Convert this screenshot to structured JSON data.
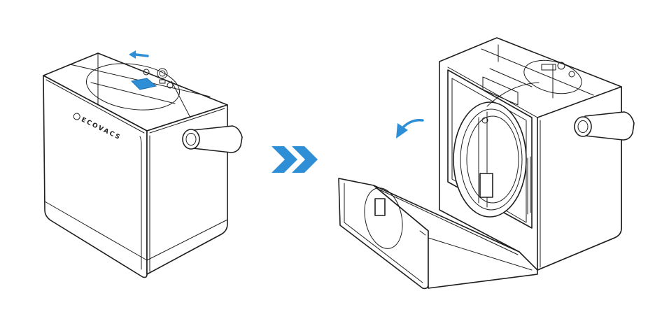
{
  "diagram": {
    "brand_logo_text": "ECOVACS",
    "step_arrow_icon": "double-chevron-right-icon",
    "accent_color": "#2f8fd6",
    "steps": [
      {
        "name": "closed-unit",
        "action_icon": "slide-latch-arrow-icon"
      },
      {
        "name": "opened-unit",
        "action_icon": "curved-open-arrow-icon"
      }
    ]
  }
}
